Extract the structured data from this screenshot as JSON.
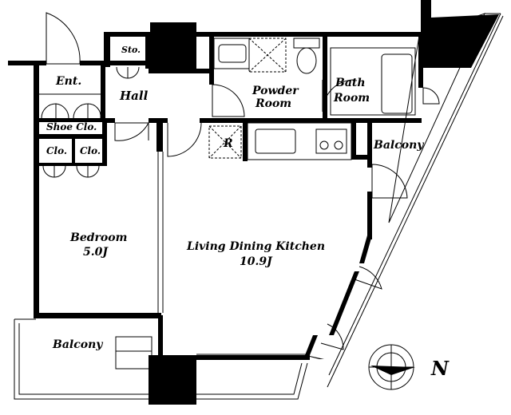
{
  "rooms": {
    "storage": "Sto.",
    "entrance": "Ent.",
    "hall": "Hall",
    "powder_room_line1": "Powder",
    "powder_room_line2": "Room",
    "bath_room_line1": "Bath",
    "bath_room_line2": "Room",
    "shoe_closet": "Shoe Clo.",
    "closet_1": "Clo.",
    "closet_2": "Clo.",
    "refrigerator": "R",
    "balcony_east": "Balcony",
    "bedroom": "Bedroom",
    "bedroom_size": "5.0J",
    "ldk": "Living Dining Kitchen",
    "ldk_size": "10.9J",
    "balcony_south": "Balcony"
  },
  "compass": {
    "north_label": "N"
  }
}
